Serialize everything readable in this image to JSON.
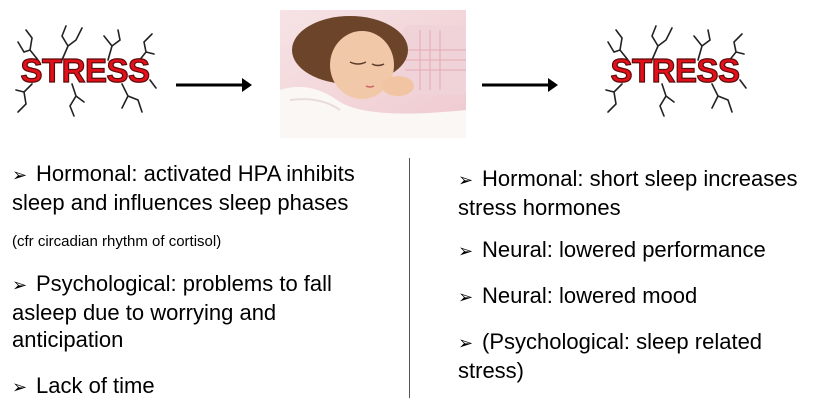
{
  "header": {
    "stress_left": "STRESS",
    "stress_right": "STRESS"
  },
  "left": {
    "bullet_mark": "➢",
    "items": [
      {
        "line1": "Hormonal: activated HPA inhibits",
        "line2": "sleep and influences sleep phases"
      },
      {
        "note": "(cfr circadian rhythm of cortisol)"
      },
      {
        "line1": "Psychological: problems to fall",
        "line2": "asleep due to worrying and",
        "line3": "anticipation"
      },
      {
        "line1": "Lack of time"
      }
    ]
  },
  "right": {
    "items": [
      {
        "line1": "Hormonal: short sleep increases",
        "line2": "stress hormones"
      },
      {
        "line1": "Neural: lowered performance"
      },
      {
        "line1": "Neural: lowered mood"
      },
      {
        "line1": "(Psychological: sleep related",
        "line2": "stress)"
      }
    ]
  },
  "colors": {
    "stress_red": "#e3101a",
    "crack": "#222222",
    "pillow": "#f3d6dc"
  }
}
